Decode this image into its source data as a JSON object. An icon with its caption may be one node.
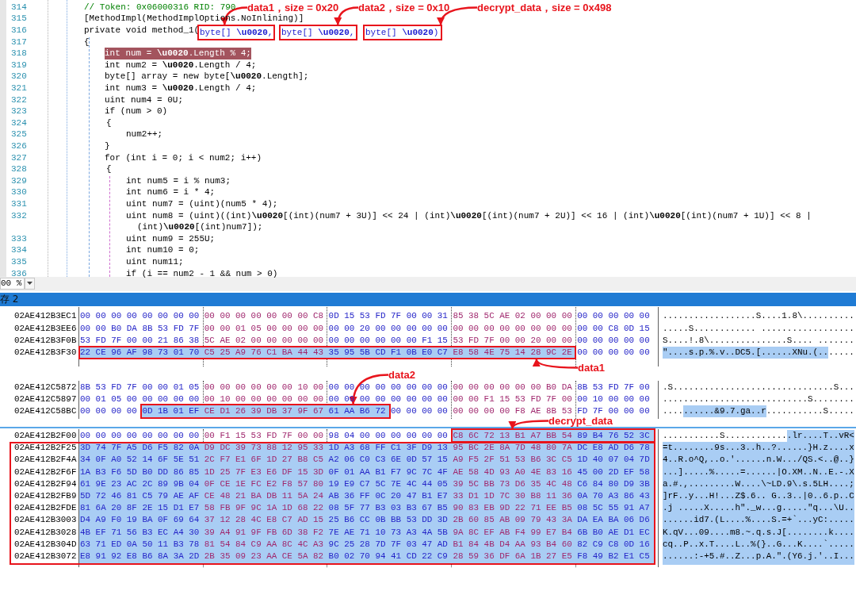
{
  "diagram": {
    "nodes": [
      {
        "text": [
          "data1，size = 0x20"
        ]
      },
      {
        "text": [
          "data2，size = 0x10"
        ]
      },
      {
        "text": [
          "decrypt_data，size = 0x498"
        ]
      },
      {
        "text": [
          "byte[] **\\u0020**,"
        ]
      },
      {
        "text": [
          "byte[] **\\u0020**,"
        ]
      },
      {
        "text": [
          "byte[] **\\u0020**)"
        ]
      },
      {
        "text": [
          "22 CE 96 AF 98 73 01 70",
          "C5 25 A9 76 C1 BA 44 43",
          "35 95 5B CD F1 0B E0 C7",
          "E8 58 4E 75 14 28 9C 2E"
        ]
      },
      {
        "text": [
          "data1"
        ]
      },
      {
        "text": [
          "data2"
        ]
      },
      {
        "text": [
          "0D 1B 01 EF",
          "CE D1 26 39 DB 37 9F 67",
          "61 AA B6 72"
        ]
      },
      {
        "text": [
          "decrypt_data"
        ]
      },
      {
        "text": [
          "C8 6C 72 13 B1 A7 BB 54",
          "89 B4 76 52 3C"
        ]
      },
      {
        "text": [
          "02AE412B2F25",
          "3D 74 7F A5 D6 F5 82 0A",
          "D9 DC 39 73 88 12 95 33",
          "1D A3 68 FF C1 3F D9 13",
          "95 BC 2E 8A 7D 48 80 7A",
          "DC E8 AD D6 78",
          "02AE412B2F4A",
          "34 0F A0 52 14 6F 5E 51",
          "2C F7 E1 6F 1D 27 B8 C5",
          "A2 06 C0 C3 6E 0D 57 15",
          "A9 F5 2F 51 53 B6 3C C5",
          "1D 40 07 04 7D",
          "02AE412B2F6F",
          "1A B3 F6 5D B0 DD 86 85",
          "1D 25 7F E3 E6 DF 15 3D",
          "0F 01 AA B1 F7 9C 7C 4F",
          "AE 58 4D 93 A0 4E 83 16",
          "45 00 2D EF 58",
          "02AE412B2F94",
          "61 9E 23 AC 2C 89 9B 04",
          "0F CE 1E FC E2 F8 57 80",
          "19 E9 C7 5C 7E 4C 44 05",
          "39 5C BB 73 D6 35 4C 48",
          "C6 84 80 D9 3B",
          "02AE412B2FB9",
          "5D 72 46 81 C5 79 AE AF",
          "CE 48 21 BA DB 11 5A 24",
          "AB 36 FF 0C 20 47 B1 E7",
          "33 D1 1D 7C 30 B8 11 36",
          "0A 70 A3 86 43",
          "02AE412B2FDE",
          "81 6A 20 8F 2E 15 D1 E7",
          "58 FB 9F 9C 1A 1D 68 22",
          "08 5F 77 B3 03 B3 67 B5",
          "90 83 EB 9D 22 71 EE B5",
          "08 5C 55 91 A7",
          "02AE412B3003",
          "D4 A9 F0 19 BA 0F 69 64",
          "37 12 28 4C E8 C7 AD 15",
          "25 B6 CC 0B BB 53 DD 3D",
          "2B 60 85 AB 09 79 43 3A",
          "DA EA BA 06 D6",
          "02AE412B3028",
          "4B EF 71 56 B3 EC A4 30",
          "39 A4 91 9F FB 6D 38 F2",
          "7E AE 71 10 73 A3 4A 5B",
          "9A 8C EF AB F4 99 E7 B4",
          "6B B0 AE D1 EC",
          "02AE412B304D",
          "63 71 ED 0A 50 11 B3 78",
          "81 54 84 C9 AA 8C 4C A3",
          "9C 25 28 7D 7F 03 47 AD",
          "B1 84 4B D4 AA 93 B4 60",
          "82 C9 C8 0D 16",
          "02AE412B3072",
          "E8 91 92 E8 B6 8A 3A 2D",
          "2B 35 09 23 AA CE 5A 82",
          "B0 02 70 94 41 CD 22 C9",
          "28 59 36 DF 6A 1B 27 E5",
          "F8 49 B2 E1 C5"
        ]
      }
    ],
    "edges": [
      {
        "from": 0,
        "to": 3,
        "arrow": "to"
      },
      {
        "from": 1,
        "to": 4,
        "arrow": "to"
      },
      {
        "from": 2,
        "to": 5,
        "arrow": "to"
      },
      {
        "from": 7,
        "to": 6,
        "arrow": "to"
      },
      {
        "from": 8,
        "to": 9,
        "arrow": "to"
      },
      {
        "from": 10,
        "to": 11,
        "arrow": "to"
      }
    ],
    "labels": [
      "314",
      "// Token: 0x06000316 RID: 790",
      "315",
      "[MethodImpl(MethodImplOptions.NoInlining)]",
      "316",
      "private void method_1(",
      "317",
      "{",
      "318",
      "int num = **\\u0020**.Length % 4;",
      "319",
      "int num2 = **\\u0020**.Length / 4;",
      "320",
      "byte[] array = new byte[**\\u0020**.Length];",
      "321",
      "int num3 = **\\u0020**.Length / 4;",
      "322",
      "uint num4 = 0U;",
      "323",
      "if (num > 0)",
      "324",
      "{",
      "325",
      "num2++;",
      "326",
      "}",
      "327",
      "for (int i = 0; i < num2; i++)",
      "328",
      "{",
      "329",
      "int num5 = i % num3;",
      "330",
      "int num6 = i * 4;",
      "331",
      "uint num7 = (uint)(num5 * 4);",
      "332",
      "uint num8 = (uint)((int)**\\u0020**[(int)(num7 + 3U)] << 24 | (int)**\\u0020**[(int)(num7 + 2U)] << 16 | (int)**\\u0020**[(int)(num7 + 1U)] << 8 | (int)**\\u0020**[(int)num7]);",
      "333",
      "uint num9 = 255U;",
      "334",
      "int num10 = 0;",
      "335",
      "uint num11;",
      "336",
      "if (i == num2 - 1 && num > 0)",
      "00 %",
      "存 2",
      "02AE412B3EC1",
      "00 00 00 00 00 00 00 00",
      "00 00 00 00 00 00 00 C8",
      "0D 15 53 FD 7F 00 00 31",
      "85 38 5C AE 02 00 00 00",
      "00 00 00 00 00",
      "..................S....1.8\\..........",
      "02AE412B3EE6",
      "00 00 B0 DA 8B 53 FD 7F",
      "00 00 01 05 00 00 00 00",
      "00 00 20 00 00 00 00 00",
      "00 00 00 00 00 00 00 00",
      "00 00 C8 0D 15",
      ".....S............ ..................",
      "02AE412B3F0B",
      "53 FD 7F 00 00 21 86 38",
      "5C AE 02 00 00 00 00 00",
      "00 00 00 00 00 00 F1 15",
      "53 FD 7F 00 00 20 00 00",
      "00 00 00 00 00",
      "S....!.8\\...............S.... .......",
      "02AE412B3F30",
      "00 00 00 00 00",
      "\"....s.p.%.v..DC5.[......XNu.(.......",
      "02AE412C5872",
      "8B 53 FD 7F 00 00 01 05",
      "00 00 00 00 00 00 10 00",
      "00 00 00 00 00 00 00 00",
      "00 00 00 00 00 00 B0 DA",
      "8B 53 FD 7F 00",
      ".S...............................S...",
      "02AE412C5897",
      "00 01 05 00 00 00 00 00",
      "00 10 00 00 00 00 00 00",
      "00 00 00 00 00 00 00 00",
      "00 00 F1 15 53 FD 7F 00",
      "00 10 00 00 00",
      "............................S........",
      "02AE412C58BC",
      "00 00 00 00",
      "00 00 00 00",
      "00 00 00 00 F8 AE 8B 53",
      "FD 7F 00 00 00",
      "..........&9.7.ga..r...........S.....",
      "02AE412B2F00",
      "00 00 00 00 00 00 00 00",
      "00 F1 15 53 FD 7F 00 00",
      "98 04 00 00 00 00 00 00",
      "...........S.............lr....T..vR<",
      "=t........9s...3..h..?......}H.z....x",
      "4..R.o^Q,..o.'......n.W.../QS.<..@..}",
      "...].....%.....=......|O.XM..N..E.-.X",
      "a.#.,.........W....\\~LD.9\\.s.5LH....;",
      "]rF..y...H!...Z$.6.. G..3..|0..6.p..C",
      ".j .....X.....h\"._w...g.....\"q...\\U..",
      "......id7.(L....%....S.=+`...yC:.....",
      "K.qV...09....m8.~.q.s.J[........k....",
      "cq..P..x.T....L..%(}..G...K....`.....",
      "......:-+5.#..Z...p.A.\".(Y6.j.'..I..."
    ]
  }
}
